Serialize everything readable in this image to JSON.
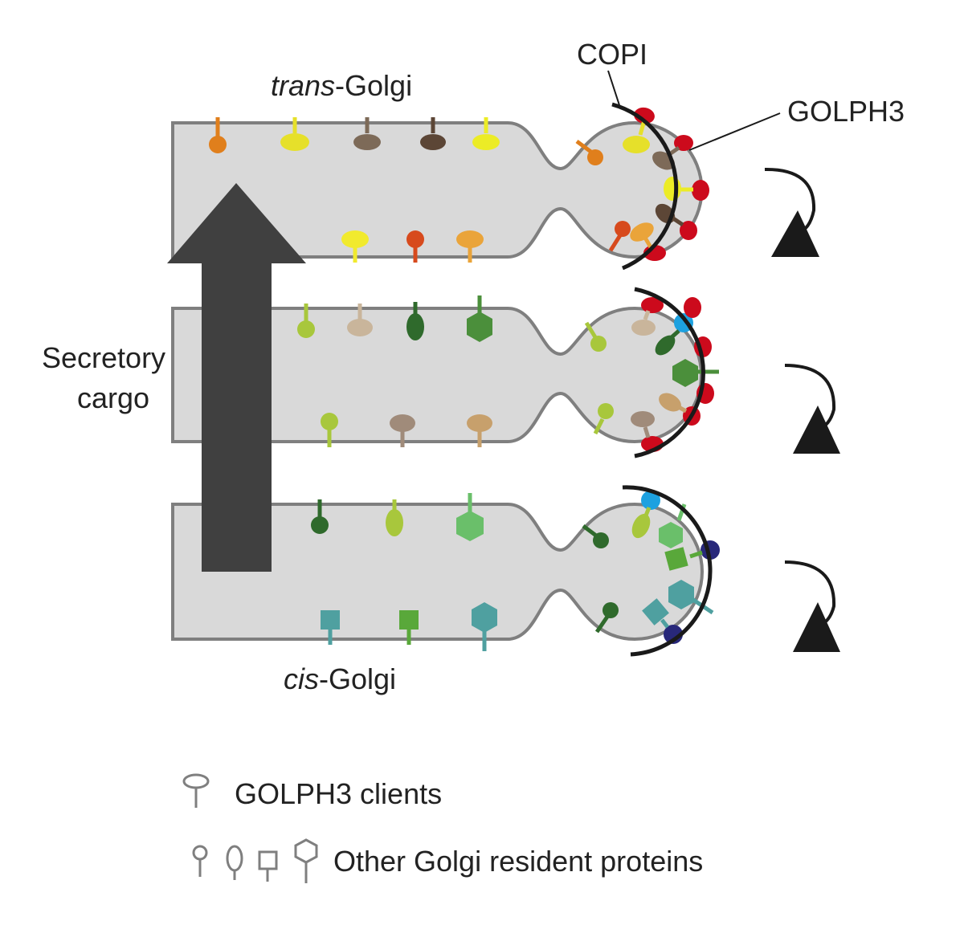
{
  "labels": {
    "trans_prefix": "trans",
    "trans_suffix": "-Golgi",
    "cis_prefix": "cis",
    "cis_suffix": "-Golgi",
    "copi": "COPI",
    "golph3": "GOLPH3",
    "secretory_line1": "Secretory",
    "secretory_line2": "cargo"
  },
  "legend": {
    "clients": "GOLPH3 clients",
    "others": "Other Golgi resident proteins"
  },
  "colors": {
    "cisterna_fill": "#d9d9d9",
    "membrane": "#7f7f7f",
    "golph3_red": "#cc0a1c",
    "coat_black": "#1a1a1a",
    "arrow_gray": "#404040",
    "blue": "#1da1e0",
    "navy": "#28287a"
  }
}
